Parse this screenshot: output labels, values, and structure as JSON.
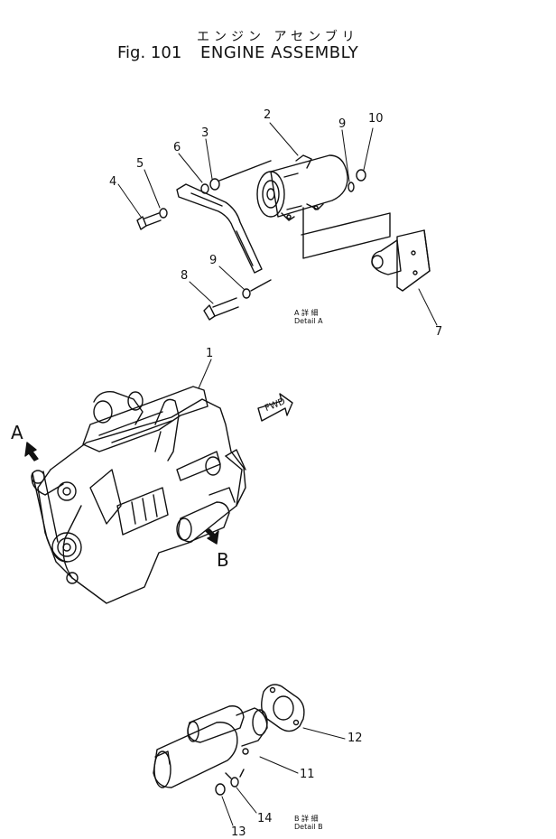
{
  "header": {
    "title_jp": "エンジン アセンブリ",
    "fig_label": "Fig. 101",
    "title_en": "ENGINE ASSEMBLY"
  },
  "detail_a": {
    "caption_jp": "A 詳 細",
    "caption_en": "Detail A",
    "callouts": [
      "2",
      "3",
      "4",
      "5",
      "6",
      "7",
      "8",
      "9",
      "9",
      "10"
    ]
  },
  "engine": {
    "callout": "1",
    "view_letter_a": "A",
    "view_letter_b": "B",
    "fwd_label": "FWD"
  },
  "detail_b": {
    "caption_jp": "B 詳 細",
    "caption_en": "Detail B",
    "callouts": [
      "11",
      "12",
      "13",
      "14"
    ]
  }
}
